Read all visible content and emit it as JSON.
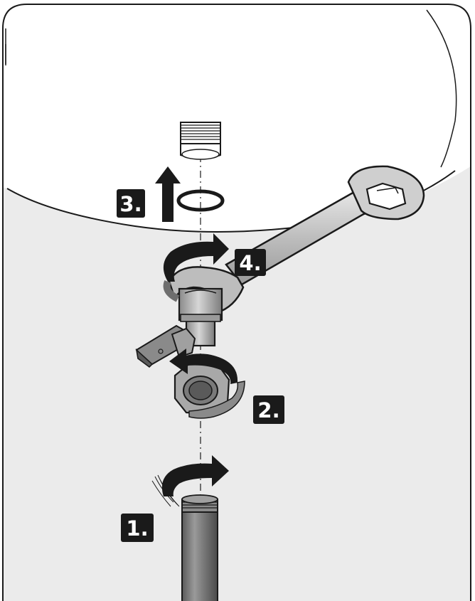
{
  "steps": {
    "step1": "1.",
    "step2": "2.",
    "step3": "3.",
    "step4": "4."
  },
  "colors": {
    "background": "#ebebeb",
    "outline": "#1a1a1a",
    "label_bg": "#1a1a1a",
    "label_text": "#ffffff",
    "metal_light": "#cfcfcf",
    "metal_mid": "#a8a8a8",
    "metal_dark": "#6e6e6e",
    "pipe": "#8a8a8a"
  }
}
